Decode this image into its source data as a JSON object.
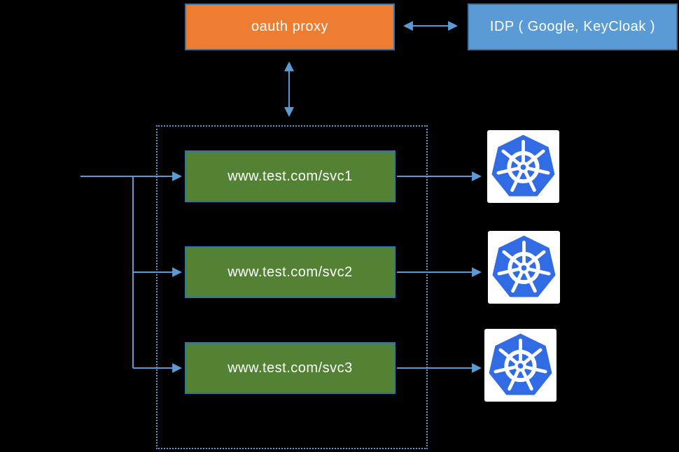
{
  "nodes": {
    "oauth_proxy": {
      "label": "oauth proxy"
    },
    "idp": {
      "label": "IDP ( Google, KeyCloak )"
    },
    "services": [
      {
        "label": "www.test.com/svc1"
      },
      {
        "label": "www.test.com/svc2"
      },
      {
        "label": "www.test.com/svc3"
      }
    ]
  },
  "icons": {
    "kubernetes": {
      "name": "kubernetes-logo",
      "count": 3,
      "color": "#326CE5"
    }
  },
  "connections": {
    "oauth_to_idp": "bidirectional",
    "oauth_to_cluster": "bidirectional",
    "inbound_to_services": "fan-out to svc1, svc2, svc3",
    "services_to_kubernetes": "one arrow per service"
  },
  "colors": {
    "background": "#000000",
    "oauth_fill": "#ED7D31",
    "idp_fill": "#5B9BD5",
    "service_fill": "#548235",
    "box_border": "#2E75B6",
    "connector": "#5B9BD5",
    "cluster_border": "#5B9BD5",
    "kubernetes_blue": "#326CE5",
    "text": "#FFFFFF"
  }
}
